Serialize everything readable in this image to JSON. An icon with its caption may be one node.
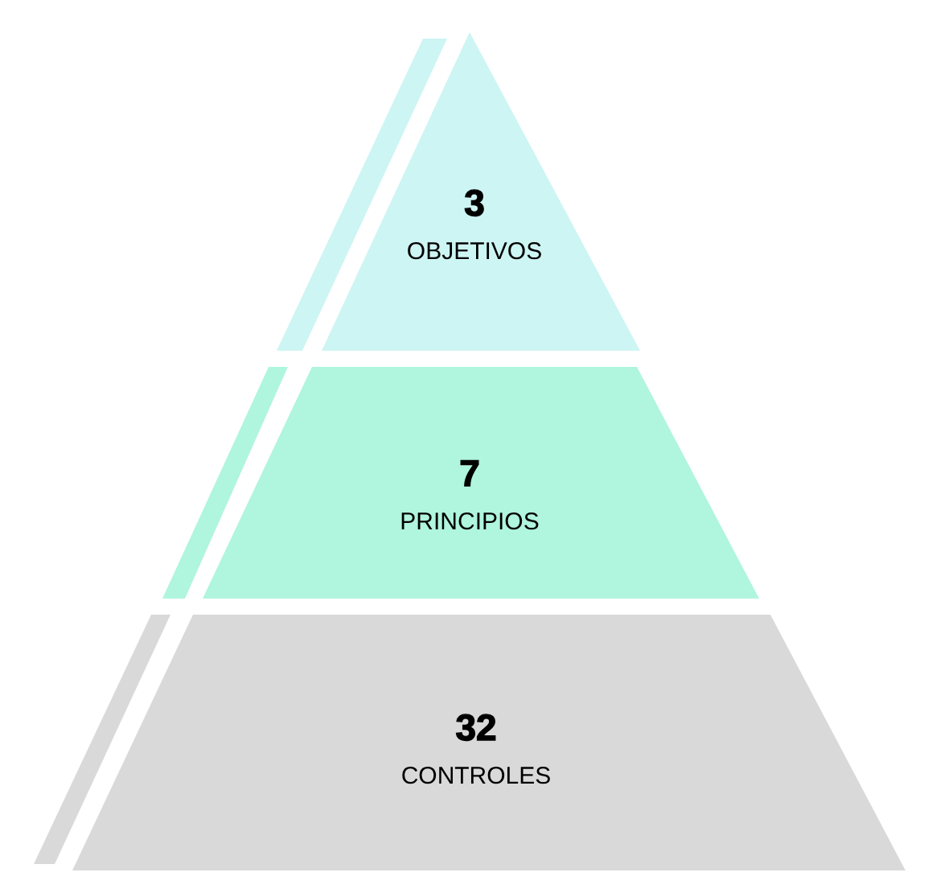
{
  "diagram": {
    "nodes": [
      {
        "text": [
          "3",
          "OBJETIVOS"
        ]
      },
      {
        "text": [
          "7",
          "PRINCIPIOS"
        ]
      },
      {
        "text": [
          "32",
          "CONTROLES"
        ]
      }
    ]
  }
}
